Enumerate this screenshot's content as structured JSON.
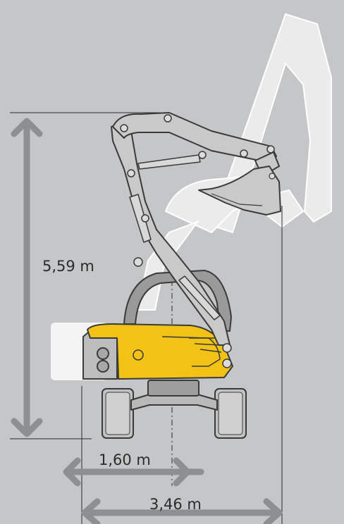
{
  "dimensions": {
    "height": "5,59 m",
    "track_width": "1,60 m",
    "reach_width": "3,46 m"
  },
  "colors": {
    "background": "#c5c6c8",
    "arrow": "#8e8f91",
    "machine_outline": "#3a3a3a",
    "machine_arm": "#c9c9c9",
    "machine_body_accent": "#f2c215",
    "ghost_silhouette": "#ebebeb"
  }
}
